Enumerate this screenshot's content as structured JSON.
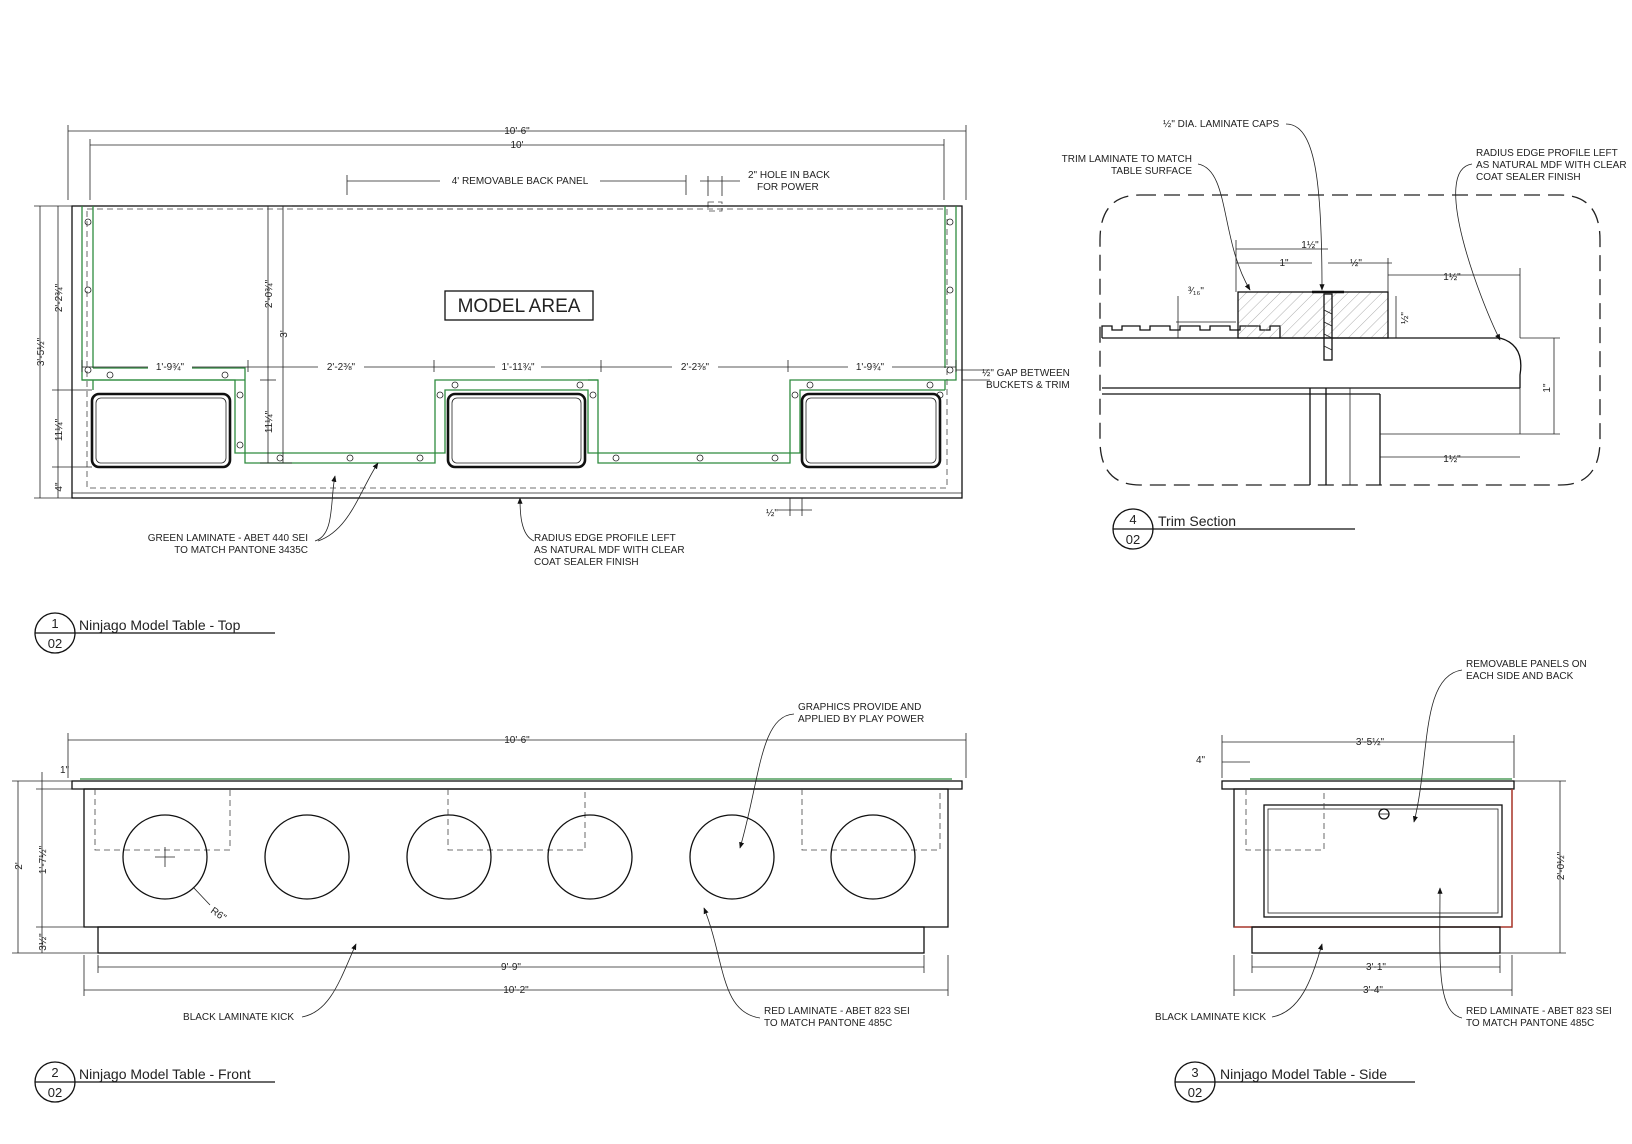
{
  "views": {
    "top": {
      "num": "1",
      "sheet": "02",
      "title": "Ninjago Model Table - Top",
      "model_area": "MODEL AREA",
      "dims": {
        "overall": "10'-6\"",
        "inner": "10'",
        "h_total": "3'-5½\"",
        "h_upper": "2'-2¾\"",
        "h_bucket": "11¼\"",
        "h_base": "4\"",
        "depth_center": "2'-0¾\"",
        "depth_3": "3'",
        "bucket_rise": "11¼\"",
        "seg1": "1'-9¾\"",
        "seg2": "2'-2⅜\"",
        "seg3": "1'-11¾\"",
        "seg4": "2'-2⅜\"",
        "seg5": "1'-9¾\"",
        "half": "½\""
      },
      "notes": {
        "back_panel": "4' REMOVABLE BACK PANEL",
        "hole_1": "2\" HOLE IN BACK",
        "hole_2": "FOR POWER",
        "gap_1": "½\" GAP BETWEEN",
        "gap_2": "BUCKETS & TRIM",
        "green_1": "GREEN LAMINATE - ABET 440 SEI",
        "green_2": "TO MATCH PANTONE 3435C",
        "radius_1": "RADIUS EDGE PROFILE LEFT",
        "radius_2": "AS NATURAL MDF WITH CLEAR",
        "radius_3": "COAT SEALER FINISH"
      }
    },
    "trim": {
      "num": "4",
      "sheet": "02",
      "title": "Trim Section",
      "notes": {
        "caps": "½\" DIA. LAMINATE CAPS",
        "trim_1": "TRIM LAMINATE TO MATCH",
        "trim_2": "TABLE SURFACE",
        "radius_1": "RADIUS EDGE PROFILE LEFT",
        "radius_2": "AS NATURAL MDF WITH CLEAR",
        "radius_3": "COAT SEALER FINISH"
      },
      "dims": {
        "w_1_5a": "1½\"",
        "w_1": "1\"",
        "w_half": "½\"",
        "w_1_5b": "1½\"",
        "t_3_16": "³⁄₁₆\"",
        "v_half": "½\"",
        "v_1": "1\"",
        "w_1_5c": "1½\""
      }
    },
    "front": {
      "num": "2",
      "sheet": "02",
      "title": "Ninjago Model Table - Front",
      "dims": {
        "overall": "10'-6\"",
        "kick_w": "9'-9\"",
        "base_w": "10'-2\"",
        "top_t": "1\"",
        "height": "2'",
        "body_h": "1'-7½\"",
        "kick_h": "3½\"",
        "radius": "R6\""
      },
      "notes": {
        "graphics_1": "GRAPHICS PROVIDE AND",
        "graphics_2": "APPLIED BY PLAY POWER",
        "kick": "BLACK LAMINATE KICK",
        "red_1": "RED LAMINATE - ABET 823 SEI",
        "red_2": "TO MATCH PANTONE 485C"
      }
    },
    "side": {
      "num": "3",
      "sheet": "02",
      "title": "Ninjago Model Table - Side",
      "dims": {
        "overall": "3'-5½\"",
        "ledge": "4\"",
        "height": "2'-0½\"",
        "kick_w": "3'-1\"",
        "base_w": "3'-4\""
      },
      "notes": {
        "panels_1": "REMOVABLE PANELS ON",
        "panels_2": "EACH SIDE AND BACK",
        "kick": "BLACK LAMINATE KICK",
        "red_1": "RED LAMINATE - ABET 823 SEI",
        "red_2": "TO MATCH PANTONE 485C"
      }
    }
  }
}
